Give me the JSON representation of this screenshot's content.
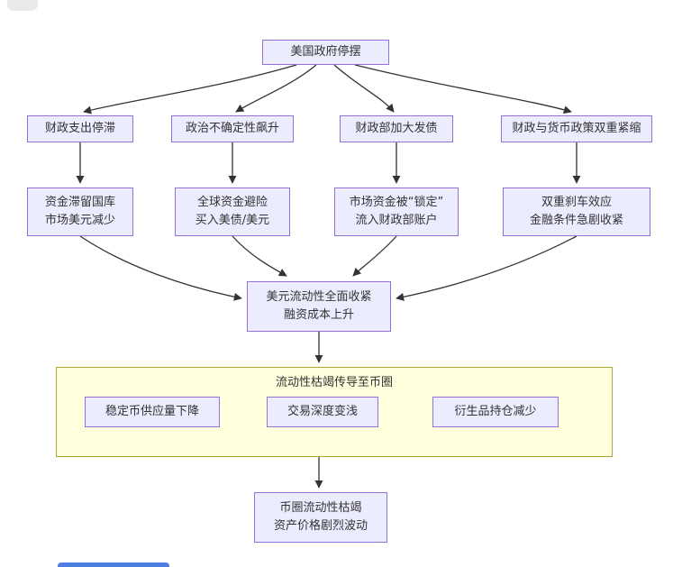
{
  "colors": {
    "node_fill": "#ECECFF",
    "node_border": "#9370DB",
    "subgraph_fill": "#FFFFDE",
    "subgraph_border": "#AAAA33",
    "edge": "#333333",
    "text": "#333333",
    "partial_button": "#4d7fe3",
    "corner_pill": "#e9e9e9"
  },
  "diagram": {
    "root": {
      "label": "美国政府停摆"
    },
    "branches": [
      {
        "cause": "财政支出停滞",
        "effect": "资金滞留国库\n市场美元减少"
      },
      {
        "cause": "政治不确定性飙升",
        "effect": "全球资金避险\n买入美债/美元"
      },
      {
        "cause": "财政部加大发债",
        "effect": "市场资金被“锁定”\n流入财政部账户"
      },
      {
        "cause": "财政与货币政策双重紧缩",
        "effect": "双重刹车效应\n金融条件急剧收紧"
      }
    ],
    "convergence": {
      "label": "美元流动性全面收紧\n融资成本上升"
    },
    "subgraph": {
      "title": "流动性枯竭传导至币圈",
      "steps": [
        "稳定币供应量下降",
        "交易深度变浅",
        "衍生品持仓减少"
      ]
    },
    "result": {
      "label": "币圈流动性枯竭\n资产价格剧烈波动"
    }
  }
}
